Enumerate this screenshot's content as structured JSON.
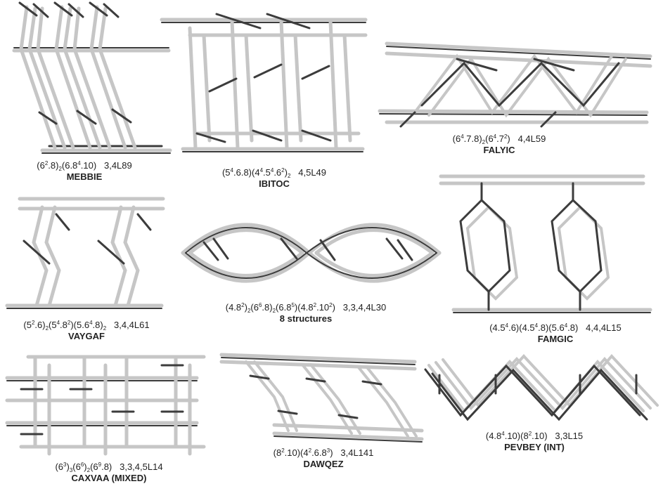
{
  "colors": {
    "rod_dark": "#3c3c3c",
    "rod_light": "#c6c6c6",
    "text": "#222222"
  },
  "panels": [
    {
      "id": "mebbie",
      "formula_html": "(6<sup>2</sup>.8)<sub>2</sub>(6.8<sup>4</sup>.10)&nbsp;&nbsp;&nbsp;3,4L89",
      "code": "MEBBIE"
    },
    {
      "id": "ibitoc",
      "formula_html": "(5<sup>4</sup>.6.8)(4<sup>4</sup>.5<sup>4</sup>.6<sup>2</sup>)<sub>2</sub>&nbsp;&nbsp;&nbsp;4,5L49",
      "code": "IBITOC"
    },
    {
      "id": "falyic",
      "formula_html": "(6<sup>4</sup>.7.8)<sub>2</sub>(6<sup>4</sup>.7<sup>2</sup>)&nbsp;&nbsp;&nbsp;4,4L59",
      "code": "FALYIC"
    },
    {
      "id": "vaygaf",
      "formula_html": "(5<sup>2</sup>.6)<sub>2</sub>(5<sup>4</sup>.8<sup>2</sup>)(5.6<sup>4</sup>.8)<sub>2</sub>&nbsp;&nbsp;&nbsp;3,4,4L61",
      "code": "VAYGAF"
    },
    {
      "id": "eight",
      "formula_html": "(4.8<sup>2</sup>)<sub>2</sub>(6<sup>6</sup>.8)<sub>2</sub>(6.8<sup>5</sup>)(4.8<sup>2</sup>.10<sup>2</sup>)&nbsp;&nbsp;&nbsp;3,3,4,4L30",
      "code": "8 structures"
    },
    {
      "id": "famgic",
      "formula_html": "(4.5<sup>4</sup>.6)(4.5<sup>4</sup>.8)(5.6<sup>4</sup>.8)&nbsp;&nbsp;&nbsp;4,4,4L15",
      "code": "FAMGIC"
    },
    {
      "id": "caxvaa",
      "formula_html": "(6<sup>3</sup>)<sub>3</sub>(6<sup>6</sup>)<sub>2</sub>(6<sup>9</sup>.8)&nbsp;&nbsp;&nbsp;3,3,4,5L14",
      "code": "CAXVAA (MIXED)"
    },
    {
      "id": "dawqez",
      "formula_html": "(8<sup>2</sup>.10)(4<sup>2</sup>.6.8<sup>3</sup>)&nbsp;&nbsp;&nbsp;3,4L141",
      "code": "DAWQEZ"
    },
    {
      "id": "pevbey",
      "formula_html": "(4.8<sup>4</sup>.10)(8<sup>2</sup>.10)&nbsp;&nbsp;&nbsp;3,3L15",
      "code": "PEVBEY (INT)"
    }
  ]
}
